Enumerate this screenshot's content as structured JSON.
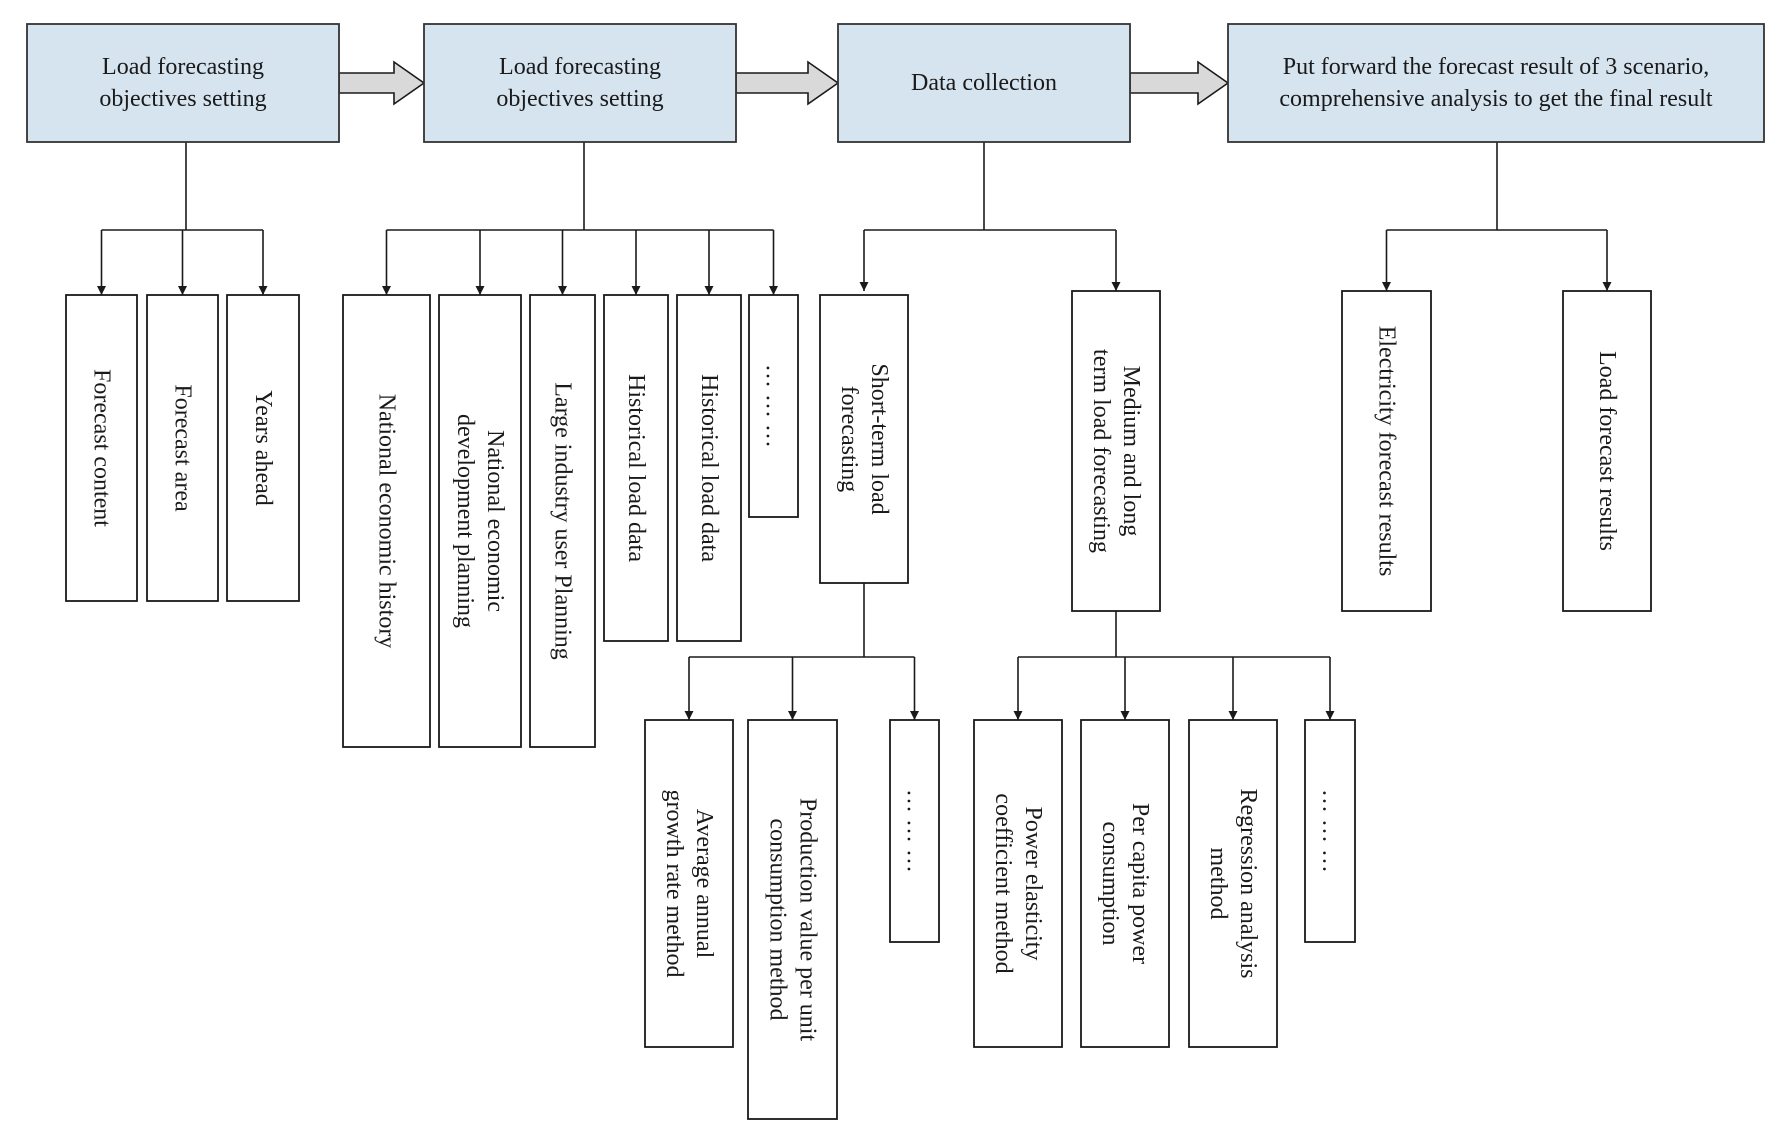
{
  "stages": [
    {
      "lines": [
        "Load forecasting",
        "objectives setting"
      ]
    },
    {
      "lines": [
        "Load forecasting",
        "objectives setting"
      ]
    },
    {
      "lines": [
        "Data collection"
      ]
    },
    {
      "lines": [
        "Put forward the forecast result of 3 scenario,",
        "comprehensive analysis to get the final result"
      ]
    }
  ],
  "stage1_items": [
    {
      "lines": [
        "Forecast content"
      ]
    },
    {
      "lines": [
        "Forecast area"
      ]
    },
    {
      "lines": [
        "Years ahead"
      ]
    }
  ],
  "stage2_items": [
    {
      "lines": [
        "National economic history"
      ]
    },
    {
      "lines": [
        "National economic",
        "development planning"
      ]
    },
    {
      "lines": [
        "Large industry user Planning"
      ]
    },
    {
      "lines": [
        "Historical load data"
      ]
    },
    {
      "lines": [
        "Historical load data"
      ]
    },
    {
      "lines": [
        "… … …"
      ]
    }
  ],
  "stage3_items": [
    {
      "lines": [
        "Short-term load",
        "forecasting"
      ]
    },
    {
      "lines": [
        "Medium and long",
        "term load forecasting"
      ]
    }
  ],
  "short_term_methods": [
    {
      "lines": [
        "Average annual",
        "growth rate method"
      ]
    },
    {
      "lines": [
        "Production value per unit",
        "consumption method"
      ]
    },
    {
      "lines": [
        "… … …"
      ]
    }
  ],
  "long_term_methods": [
    {
      "lines": [
        "Power elasticity",
        "coefficient method"
      ]
    },
    {
      "lines": [
        "Per capita power",
        "consumption"
      ]
    },
    {
      "lines": [
        "Regression analysis",
        "method"
      ]
    },
    {
      "lines": [
        "… … …"
      ]
    }
  ],
  "stage4_items": [
    {
      "lines": [
        "Electricity forecast results"
      ]
    },
    {
      "lines": [
        "Load forecast results"
      ]
    }
  ]
}
